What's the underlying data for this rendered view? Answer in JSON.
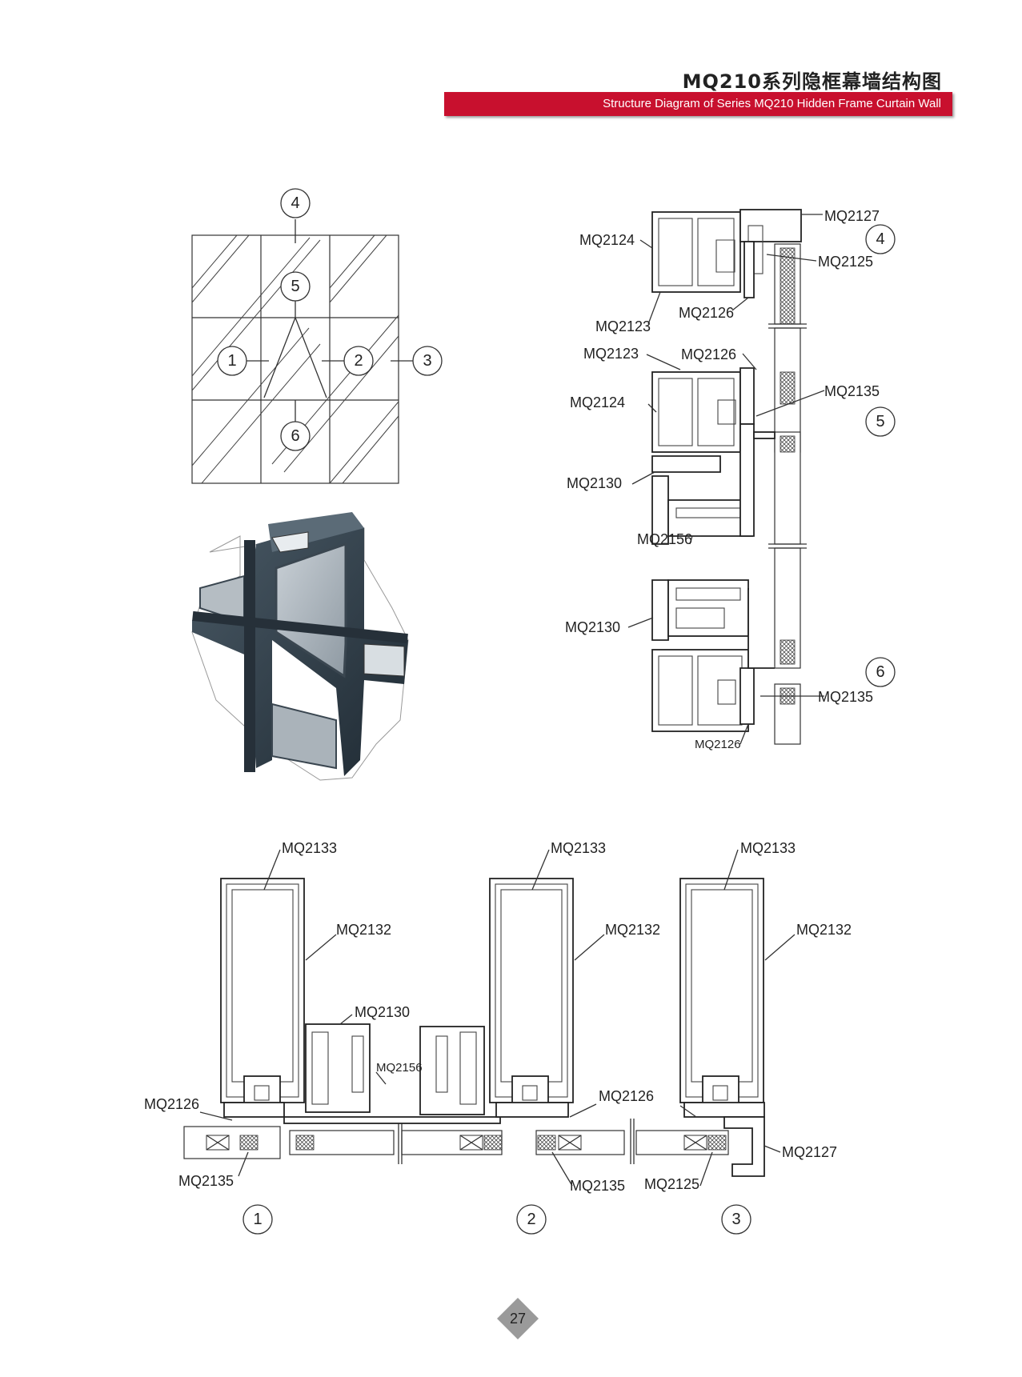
{
  "header": {
    "title_cn": "MQ210系列隐框幕墙结构图",
    "title_en": "Structure Diagram of Series MQ210 Hidden Frame Curtain Wall",
    "accent_color": "#c8102e"
  },
  "elevation": {
    "markers": [
      "4",
      "5",
      "1",
      "2",
      "3",
      "6"
    ]
  },
  "vertical_section": {
    "labels": {
      "top_mq2127": "MQ2127",
      "top_mq2124": "MQ2124",
      "top_mq2125": "MQ2125",
      "top_mq2126": "MQ2126",
      "top_mq2123": "MQ2123",
      "mid_mq2123": "MQ2123",
      "mid_mq2126": "MQ2126",
      "mid_mq2124": "MQ2124",
      "mid_mq2135": "MQ2135",
      "mid_mq2130": "MQ2130",
      "mid_mq2156": "MQ2156",
      "bot_mq2130": "MQ2130",
      "bot_mq2135": "MQ2135",
      "bot_mq2126": "MQ2126"
    },
    "markers": [
      "4",
      "5",
      "6"
    ]
  },
  "horizontal_section": {
    "labels": {
      "a_mq2133": "MQ2133",
      "a_mq2132": "MQ2132",
      "a_mq2130": "MQ2130",
      "a_mq2156": "MQ2156",
      "a_mq2126": "MQ2126",
      "a_mq2135": "MQ2135",
      "b_mq2133": "MQ2133",
      "b_mq2132": "MQ2132",
      "b_mq2126": "MQ2126",
      "b_mq2135": "MQ2135",
      "c_mq2133": "MQ2133",
      "c_mq2132": "MQ2132",
      "c_mq2125": "MQ2125",
      "c_mq2127": "MQ2127"
    },
    "markers": [
      "1",
      "2",
      "3"
    ]
  },
  "page_number": "27"
}
